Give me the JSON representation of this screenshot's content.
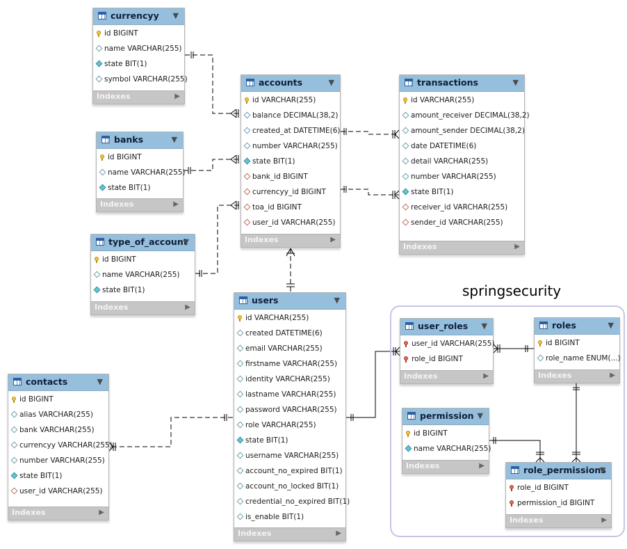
{
  "group": {
    "title": "springsecurity"
  },
  "colors": {
    "header": "#95bfdc",
    "index_bar": "#c6c6c6",
    "group_border": "#c9c4e6"
  },
  "tables": {
    "currencyy": {
      "name": "currencyy",
      "indexes_label": "Indexes",
      "columns": [
        {
          "text": "id BIGINT",
          "icon": "primary-key-icon"
        },
        {
          "text": "name VARCHAR(255)",
          "icon": "column-icon"
        },
        {
          "text": "state BIT(1)",
          "icon": "not-null-column-icon"
        },
        {
          "text": "symbol VARCHAR(255)",
          "icon": "column-icon"
        }
      ]
    },
    "banks": {
      "name": "banks",
      "indexes_label": "Indexes",
      "columns": [
        {
          "text": "id BIGINT",
          "icon": "primary-key-icon"
        },
        {
          "text": "name VARCHAR(255)",
          "icon": "column-icon"
        },
        {
          "text": "state BIT(1)",
          "icon": "not-null-column-icon"
        }
      ]
    },
    "type_of_account": {
      "name": "type_of_account",
      "indexes_label": "Indexes",
      "columns": [
        {
          "text": "id BIGINT",
          "icon": "primary-key-icon"
        },
        {
          "text": "name VARCHAR(255)",
          "icon": "column-icon"
        },
        {
          "text": "state BIT(1)",
          "icon": "not-null-column-icon"
        }
      ]
    },
    "accounts": {
      "name": "accounts",
      "indexes_label": "Indexes",
      "columns": [
        {
          "text": "id VARCHAR(255)",
          "icon": "primary-key-icon"
        },
        {
          "text": "balance DECIMAL(38,2)",
          "icon": "column-icon"
        },
        {
          "text": "created_at DATETIME(6)",
          "icon": "column-icon"
        },
        {
          "text": "number VARCHAR(255)",
          "icon": "column-icon"
        },
        {
          "text": "state BIT(1)",
          "icon": "not-null-column-icon"
        },
        {
          "text": "bank_id BIGINT",
          "icon": "foreign-key-icon"
        },
        {
          "text": "currencyy_id BIGINT",
          "icon": "foreign-key-icon"
        },
        {
          "text": "toa_id BIGINT",
          "icon": "foreign-key-icon"
        },
        {
          "text": "user_id VARCHAR(255)",
          "icon": "foreign-key-icon"
        }
      ]
    },
    "transactions": {
      "name": "transactions",
      "indexes_label": "Indexes",
      "columns": [
        {
          "text": "id VARCHAR(255)",
          "icon": "primary-key-icon"
        },
        {
          "text": "amount_receiver DECIMAL(38,2)",
          "icon": "column-icon"
        },
        {
          "text": "amount_sender DECIMAL(38,2)",
          "icon": "column-icon"
        },
        {
          "text": "date DATETIME(6)",
          "icon": "column-icon"
        },
        {
          "text": "detail VARCHAR(255)",
          "icon": "column-icon"
        },
        {
          "text": "number VARCHAR(255)",
          "icon": "column-icon"
        },
        {
          "text": "state BIT(1)",
          "icon": "not-null-column-icon"
        },
        {
          "text": "receiver_id VARCHAR(255)",
          "icon": "foreign-key-icon"
        },
        {
          "text": "sender_id VARCHAR(255)",
          "icon": "foreign-key-icon"
        }
      ]
    },
    "users": {
      "name": "users",
      "indexes_label": "Indexes",
      "columns": [
        {
          "text": "id VARCHAR(255)",
          "icon": "primary-key-icon"
        },
        {
          "text": "created DATETIME(6)",
          "icon": "column-icon"
        },
        {
          "text": "email VARCHAR(255)",
          "icon": "column-icon"
        },
        {
          "text": "firstname VARCHAR(255)",
          "icon": "column-icon"
        },
        {
          "text": "identity VARCHAR(255)",
          "icon": "column-icon"
        },
        {
          "text": "lastname VARCHAR(255)",
          "icon": "column-icon"
        },
        {
          "text": "password VARCHAR(255)",
          "icon": "column-icon"
        },
        {
          "text": "role VARCHAR(255)",
          "icon": "column-icon"
        },
        {
          "text": "state BIT(1)",
          "icon": "not-null-column-icon"
        },
        {
          "text": "username VARCHAR(255)",
          "icon": "column-icon"
        },
        {
          "text": "account_no_expired BIT(1)",
          "icon": "column-icon"
        },
        {
          "text": "account_no_locked BIT(1)",
          "icon": "column-icon"
        },
        {
          "text": "credential_no_expired BIT(1)",
          "icon": "column-icon"
        },
        {
          "text": "is_enable BIT(1)",
          "icon": "column-icon"
        }
      ]
    },
    "contacts": {
      "name": "contacts",
      "indexes_label": "Indexes",
      "columns": [
        {
          "text": "id BIGINT",
          "icon": "primary-key-icon"
        },
        {
          "text": "alias VARCHAR(255)",
          "icon": "column-icon"
        },
        {
          "text": "bank VARCHAR(255)",
          "icon": "column-icon"
        },
        {
          "text": "currencyy VARCHAR(255)",
          "icon": "column-icon"
        },
        {
          "text": "number VARCHAR(255)",
          "icon": "column-icon"
        },
        {
          "text": "state BIT(1)",
          "icon": "not-null-column-icon"
        },
        {
          "text": "user_id VARCHAR(255)",
          "icon": "foreign-key-icon"
        }
      ]
    },
    "user_roles": {
      "name": "user_roles",
      "indexes_label": "Indexes",
      "columns": [
        {
          "text": "user_id VARCHAR(255)",
          "icon": "foreign-primary-key-icon"
        },
        {
          "text": "role_id BIGINT",
          "icon": "foreign-primary-key-icon"
        }
      ]
    },
    "roles": {
      "name": "roles",
      "indexes_label": "Indexes",
      "columns": [
        {
          "text": "id BIGINT",
          "icon": "primary-key-icon"
        },
        {
          "text": "role_name ENUM(...)",
          "icon": "column-icon"
        }
      ]
    },
    "permission": {
      "name": "permission",
      "indexes_label": "Indexes",
      "columns": [
        {
          "text": "id BIGINT",
          "icon": "primary-key-icon"
        },
        {
          "text": "name VARCHAR(255)",
          "icon": "not-null-column-icon"
        }
      ]
    },
    "role_permissions": {
      "name": "role_permissions",
      "indexes_label": "Indexes",
      "columns": [
        {
          "text": "role_id BIGINT",
          "icon": "foreign-primary-key-icon"
        },
        {
          "text": "permission_id BIGINT",
          "icon": "foreign-primary-key-icon"
        }
      ]
    }
  }
}
